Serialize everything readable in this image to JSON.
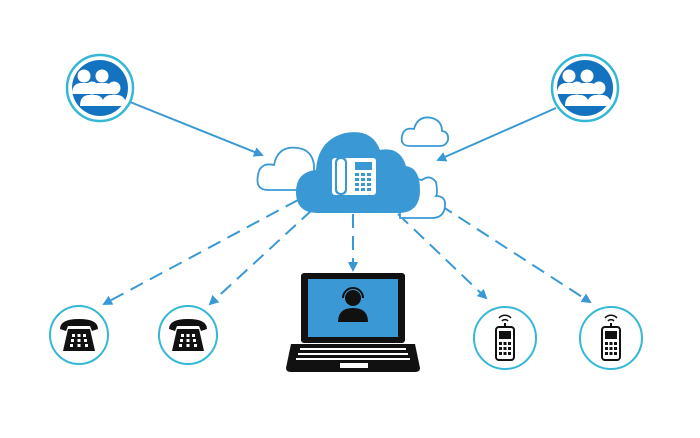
{
  "colors": {
    "primary_blue": "#3a99d4",
    "dark_blue": "#1473c0",
    "ring_cyan": "#35b8d6",
    "black": "#111111",
    "white": "#ffffff"
  },
  "nodes": {
    "groups": [
      "users-group-left",
      "users-group-right"
    ],
    "hub": "cloud-pbx",
    "endpoints": [
      "desk-phone-1",
      "desk-phone-2",
      "laptop-agent",
      "mobile-phone-1",
      "mobile-phone-2"
    ]
  }
}
